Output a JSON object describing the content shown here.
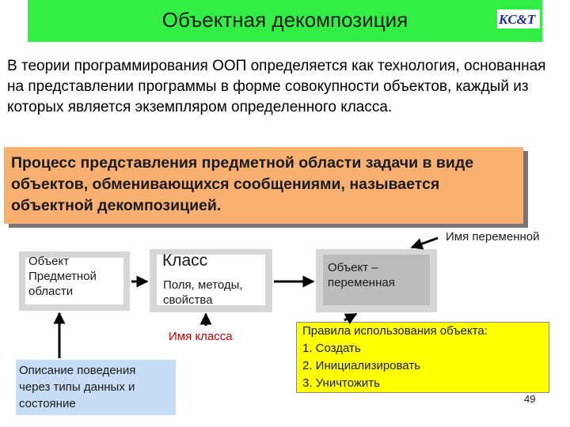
{
  "slide": {
    "title": "Объектная декомпозиция",
    "logo_text": "KC&T",
    "intro": "В теории программирования ООП определяется как технология, основанная на представлении программы в форме совокупности объектов, каждый из которых является экземпляром определенного класса.",
    "definition": "Процесс представления предметной области задачи в виде объектов, обменивающихся сообщениями, называется объектной декомпозицией.",
    "var_name_label": "Имя переменной",
    "subject_box": {
      "lines": [
        "Объект",
        "Предметной",
        "области"
      ]
    },
    "class_box": {
      "heading": "Класс",
      "lines": [
        "Поля, методы,",
        "свойства"
      ]
    },
    "object_box": {
      "lines": [
        "Объект –",
        "переменная"
      ]
    },
    "class_name_label": "Имя класса",
    "behavior_box": {
      "lines": [
        "Описание поведения",
        "через типы данных и",
        "состояние"
      ]
    },
    "rules_box": {
      "heading": "Правила использования объекта:",
      "items": [
        "1.  Создать",
        "2.  Инициализировать",
        "3.  Уничтожить"
      ]
    },
    "page_number": "49",
    "colors": {
      "title_bar": "#33ee44",
      "definition_box": "#f7b070",
      "behavior_box": "#c7dcf5",
      "rules_box": "#ffff00",
      "class_label": "#d00000"
    }
  }
}
